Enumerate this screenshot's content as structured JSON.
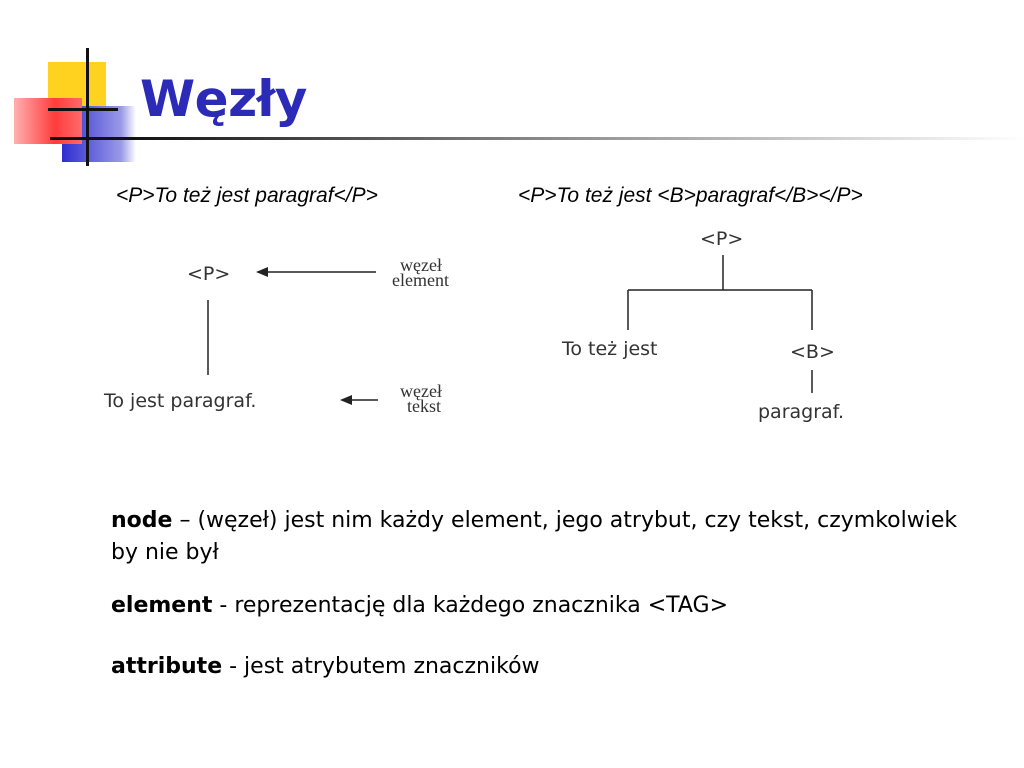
{
  "slide": {
    "title": "Węzły"
  },
  "captions": {
    "left": "<P>To też jest paragraf</P>",
    "right": "<P>To też jest <B>paragraf</B></P>"
  },
  "diagram_left": {
    "p_tag": "<P>",
    "text_node": "To jest paragraf.",
    "label_element_1": "węzeł",
    "label_element_2": "element",
    "label_text_1": "węzeł",
    "label_text_2": "tekst"
  },
  "diagram_right": {
    "p_tag": "<P>",
    "text_node": "To też jest",
    "b_tag": "<B>",
    "b_text": "paragraf."
  },
  "definitions": {
    "node_term": "node",
    "node_desc": " – (węzeł) jest nim każdy element, jego atrybut, czy tekst, czymkolwiek by nie był",
    "element_term": "element",
    "element_desc": " - reprezentację dla każdego znacznika <TAG>",
    "attribute_term": "attribute",
    "attribute_desc": " - jest atrybutem znaczników"
  },
  "colors": {
    "title": "#2b2bb8",
    "yellow": "#ffd700",
    "red": "#ff4040",
    "blue": "#3a3ad0"
  }
}
